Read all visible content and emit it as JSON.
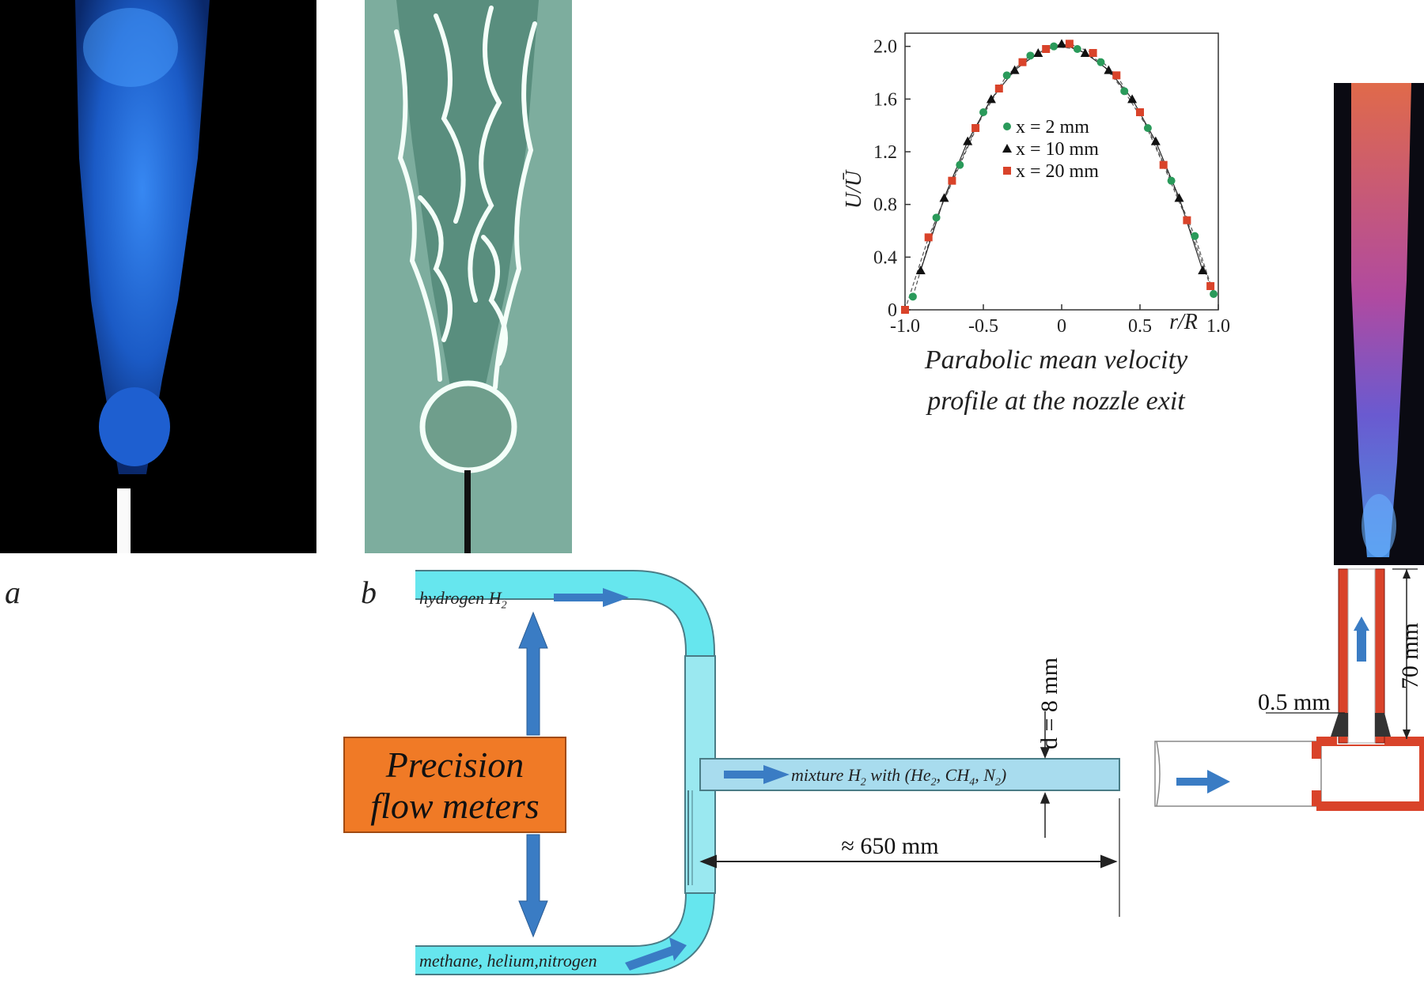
{
  "panels": {
    "a": "a",
    "b": "b"
  },
  "photo_a": {
    "flame_color": "#1e6fe0",
    "background": "#000000"
  },
  "photo_b": {
    "background": "#a8d8c8"
  },
  "photo_c": {
    "flame_top_color": "#e06a4a",
    "flame_bottom_color": "#4a90e0"
  },
  "chart_caption": {
    "line1": "Parabolic mean velocity",
    "line2": "profile at the nozzle exit"
  },
  "chart_data": {
    "type": "scatter",
    "xlabel": "r/R",
    "ylabel": "U/Ū",
    "xlim": [
      -1.0,
      1.0
    ],
    "ylim": [
      0,
      2.1
    ],
    "x_tick_labels": [
      "-1.0",
      "-0.5",
      "0",
      "0.5",
      "1.0"
    ],
    "x_tick_values": [
      -1.0,
      -0.5,
      0,
      0.5,
      1.0
    ],
    "y_tick_labels": [
      "0",
      "0.4",
      "0.8",
      "1.2",
      "1.6",
      "2.0"
    ],
    "y_tick_values": [
      0,
      0.4,
      0.8,
      1.2,
      1.6,
      2.0
    ],
    "legend_position": "center",
    "series": [
      {
        "name": "x = 2 mm",
        "color": "#2a9a5a",
        "marker": "circle",
        "x": [
          -0.95,
          -0.8,
          -0.65,
          -0.5,
          -0.35,
          -0.2,
          -0.05,
          0.1,
          0.25,
          0.4,
          0.55,
          0.7,
          0.85,
          0.97
        ],
        "y": [
          0.1,
          0.7,
          1.1,
          1.5,
          1.78,
          1.93,
          2.0,
          1.98,
          1.88,
          1.66,
          1.38,
          0.98,
          0.56,
          0.12
        ]
      },
      {
        "name": "x = 10 mm",
        "color": "#111111",
        "marker": "triangle",
        "x": [
          -0.9,
          -0.75,
          -0.6,
          -0.45,
          -0.3,
          -0.15,
          0.0,
          0.15,
          0.3,
          0.45,
          0.6,
          0.75,
          0.9
        ],
        "y": [
          0.3,
          0.85,
          1.28,
          1.6,
          1.82,
          1.95,
          2.02,
          1.95,
          1.82,
          1.6,
          1.28,
          0.85,
          0.3
        ]
      },
      {
        "name": "x = 20 mm",
        "color": "#d9432a",
        "marker": "square",
        "x": [
          -1.0,
          -0.85,
          -0.7,
          -0.55,
          -0.4,
          -0.25,
          -0.1,
          0.05,
          0.2,
          0.35,
          0.5,
          0.65,
          0.8,
          0.95
        ],
        "y": [
          0.0,
          0.55,
          0.98,
          1.38,
          1.68,
          1.88,
          1.98,
          2.02,
          1.95,
          1.78,
          1.5,
          1.1,
          0.68,
          0.18
        ]
      }
    ]
  },
  "diagram": {
    "hydrogen_label": "hydrogen H",
    "hydrogen_sub": "2",
    "methane_label": "methane, helium,nitrogen",
    "mixture_label": "mixture H",
    "mixture_rest": " with (He",
    "mixture_ch": ", CH",
    "mixture_n": ", N",
    "mixture_close": ")",
    "sub2": "2",
    "sub4": "4",
    "flow_meters_line1": "Precision",
    "flow_meters_line2": "flow meters",
    "d_label": "d = 8 mm",
    "length_label": "≈ 650 mm",
    "wall_label": "0.5 mm",
    "nozzle_length_label": "70 mm",
    "pipe_color": "#66e6ee",
    "arrow_color": "#3a7cc4",
    "nozzle_color": "#d9432a"
  }
}
